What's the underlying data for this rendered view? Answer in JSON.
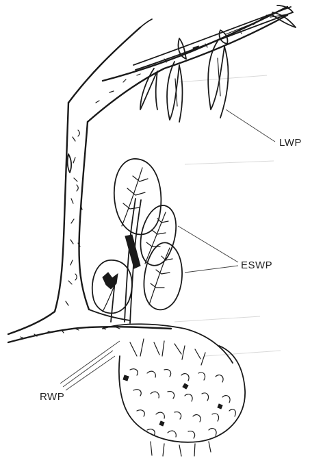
{
  "labels": {
    "lwp": "LWP",
    "eswp": "ESWP",
    "rwp": "RWP"
  },
  "colors": {
    "ink": "#1a1a1a",
    "paper": "#ffffff",
    "leader": "#444444"
  }
}
